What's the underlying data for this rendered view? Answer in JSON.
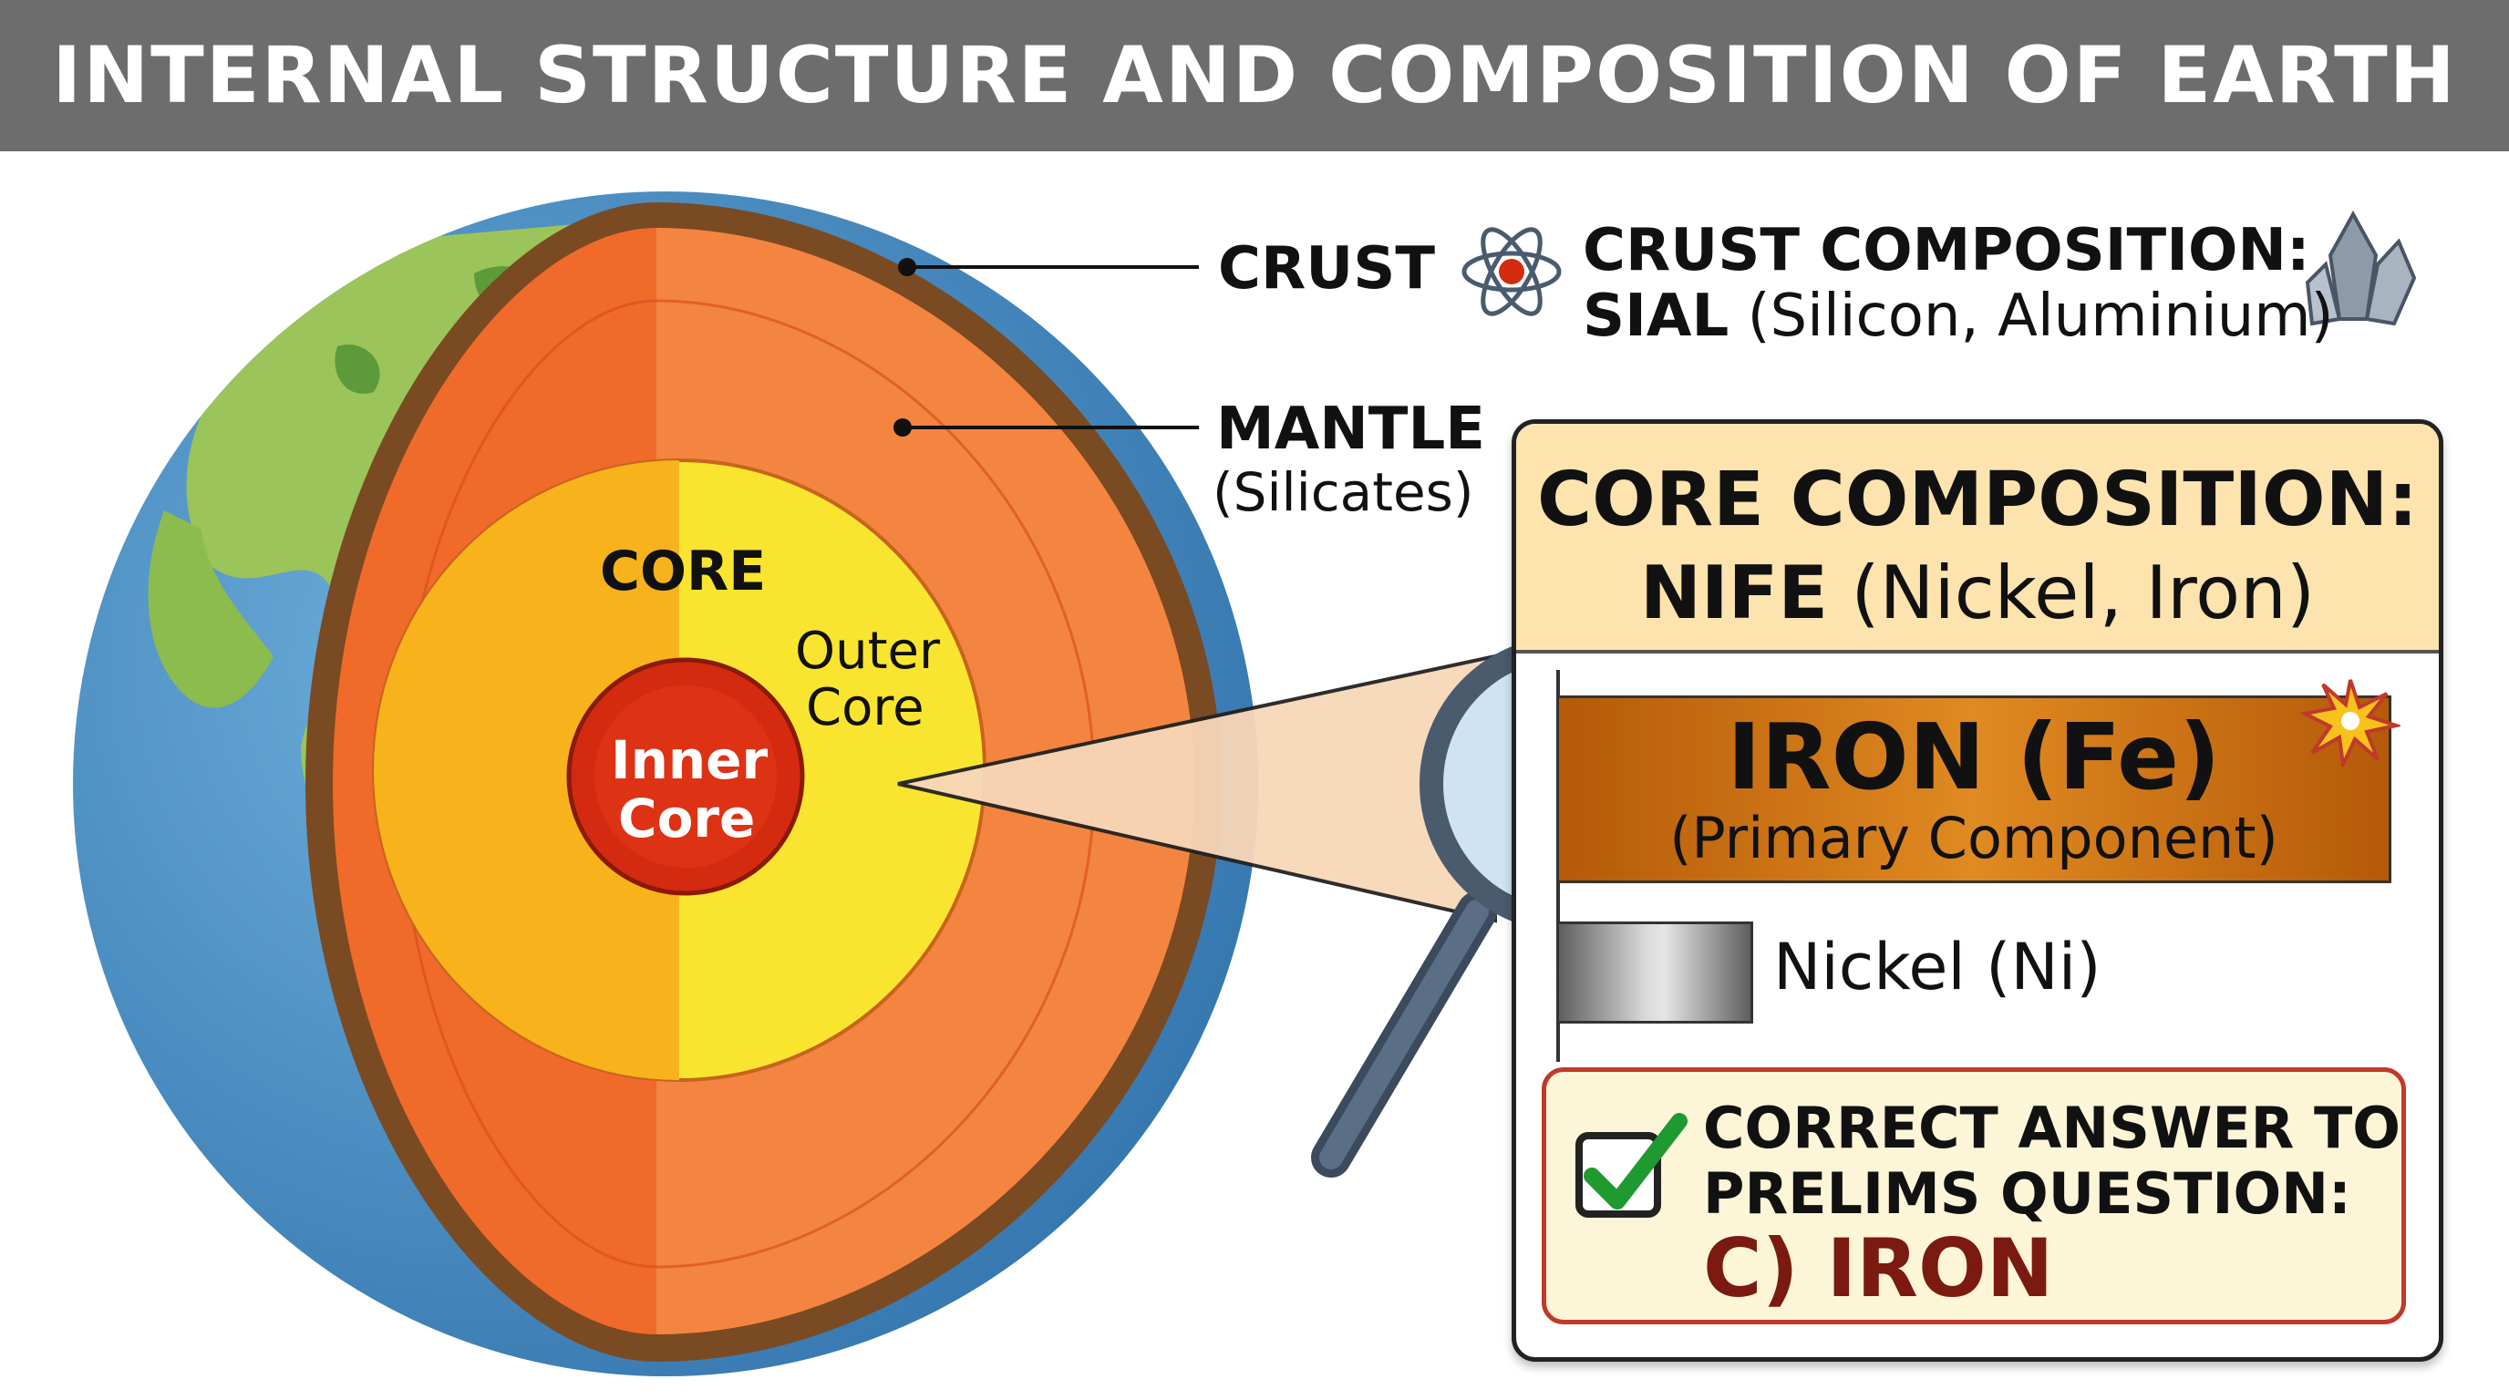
{
  "title": "INTERNAL STRUCTURE AND COMPOSITION OF EARTH",
  "labels": {
    "crust": "CRUST",
    "mantle": "MANTLE",
    "mantle_sub": "(Silicates)",
    "core": "CORE",
    "outer_core_line1": "Outer",
    "outer_core_line2": "Core",
    "inner_core_line1": "Inner",
    "inner_core_line2": "Core"
  },
  "crust_composition": {
    "heading": "CRUST COMPOSITION:",
    "code": "SIAL",
    "detail": "(Silicon, Aluminium)"
  },
  "core_composition": {
    "heading": "CORE COMPOSITION:",
    "code": "NIFE",
    "detail": "(Nickel, Iron)",
    "primary_name": "IRON (Fe)",
    "primary_note": "(Primary Component)",
    "secondary_name": "Nickel (Ni)"
  },
  "answer": {
    "line1": "CORRECT ANSWER TO",
    "line2": "PRELIMS QUESTION:",
    "value": "C) IRON"
  },
  "icons": [
    "atom-icon",
    "crystal-icon",
    "magnifier-icon",
    "starburst-icon",
    "checkmark-icon"
  ],
  "colors": {
    "title_bar": "#6d6d6d",
    "crust": "#7a4a22",
    "mantle": "#f06a2a",
    "outer_core": "#f9e52f",
    "inner_core": "#d42a10",
    "iron_bar": "#d07b1a",
    "answer_border": "#c0392b",
    "answer_text": "#7a1a10",
    "check": "#1e9a30"
  }
}
